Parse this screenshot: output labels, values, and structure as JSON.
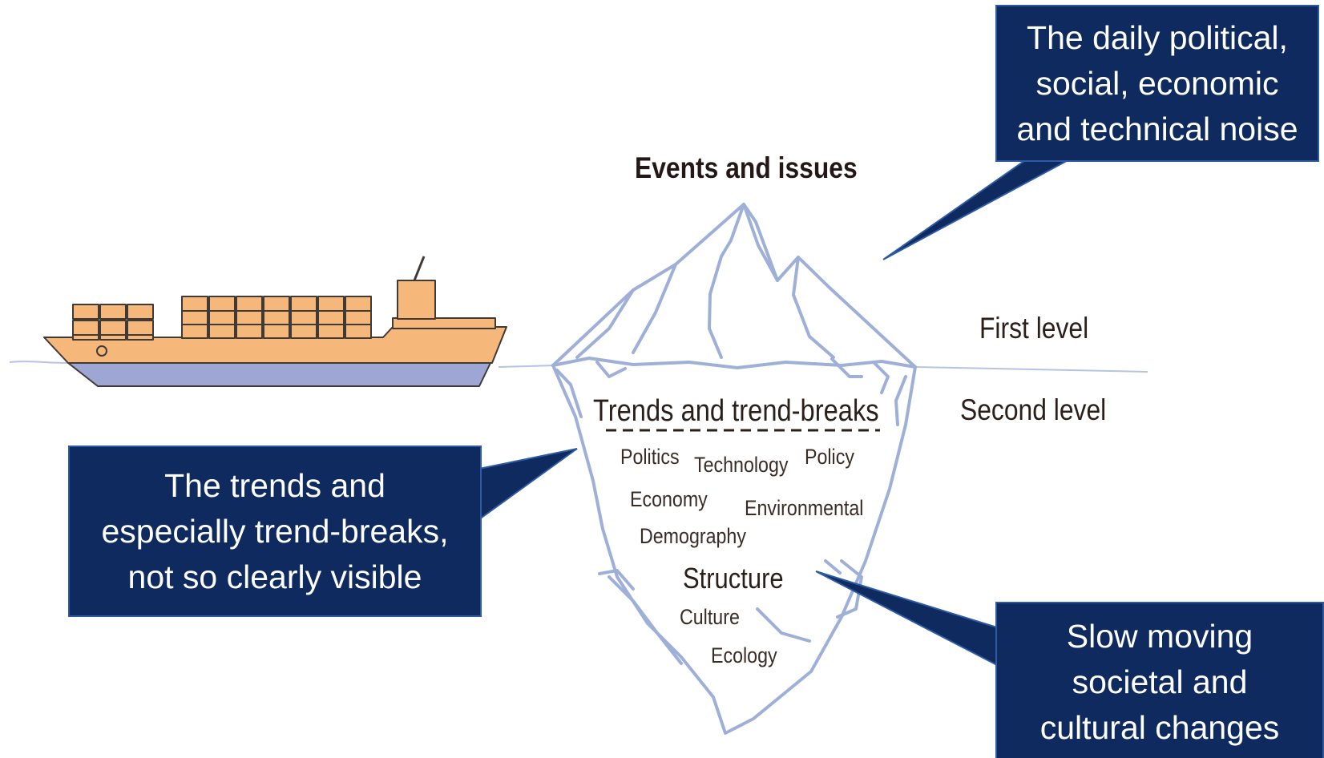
{
  "diagram": {
    "heading": "Events and issues",
    "levels": {
      "first": "First level",
      "second": "Second level"
    },
    "iceberg": {
      "trends_label": "Trends and trend-breaks",
      "terms": {
        "politics": "Politics",
        "technology": "Technology",
        "policy": "Policy",
        "economy": "Economy",
        "environmental": "Environmental",
        "demography": "Demography"
      },
      "structure_label": "Structure",
      "culture": "Culture",
      "ecology": "Ecology"
    },
    "callouts": {
      "top": [
        "The daily political,",
        "social, economic",
        "and technical noise"
      ],
      "left": [
        "The trends and",
        "especially trend-breaks,",
        "not so clearly visible"
      ],
      "bottom": [
        "Slow moving",
        "societal and",
        "cultural changes"
      ]
    },
    "colors": {
      "callout_fill": "#0e2a5e",
      "callout_border": "#2d5aa3",
      "iceberg_line": "#9fb0d8",
      "ship_hull": "#f6b77a",
      "ship_keel": "#9ea6d4"
    },
    "icons": [
      "container-ship-icon",
      "iceberg-icon"
    ]
  }
}
